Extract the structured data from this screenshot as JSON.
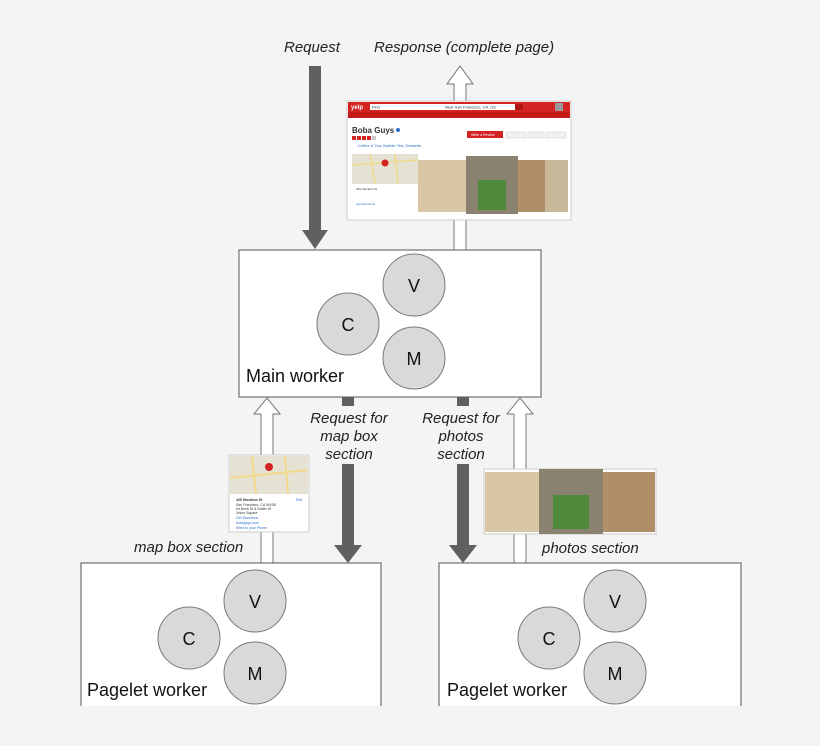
{
  "labels": {
    "request": "Request",
    "response": "Response (complete page)",
    "request_map": [
      "Request for",
      "map box",
      "section"
    ],
    "request_photos": [
      "Request for",
      "photos",
      "section"
    ],
    "map_box_section": "map box section",
    "photos_section": "photos section"
  },
  "workers": {
    "main": {
      "label": "Main worker",
      "nodes": [
        "V",
        "C",
        "M"
      ]
    },
    "pagelet_left": {
      "label": "Pagelet worker",
      "nodes": [
        "V",
        "C",
        "M"
      ]
    },
    "pagelet_right": {
      "label": "Pagelet worker",
      "nodes": [
        "V",
        "C",
        "M"
      ]
    }
  },
  "page_thumbnail": {
    "logo": "yelp",
    "business_name": "Boba Guys",
    "search_find": "Find",
    "search_near": "Near San Francisco, CA, US",
    "write_review": "Write a Review",
    "categories": "Coffee & Tea, Bubble Tea, Desserts"
  },
  "map_thumbnail": {
    "address": [
      "429 Stockton St",
      "San Francisco, CA 94108",
      "b/t Bush St & Sutter St",
      "Union Square"
    ],
    "links": [
      "Get Directions",
      "bobaguys.com",
      "Send to your Phone"
    ],
    "edit": "Edit"
  },
  "colors": {
    "brand_red": "#d32323",
    "arrow_dark": "#606060"
  }
}
